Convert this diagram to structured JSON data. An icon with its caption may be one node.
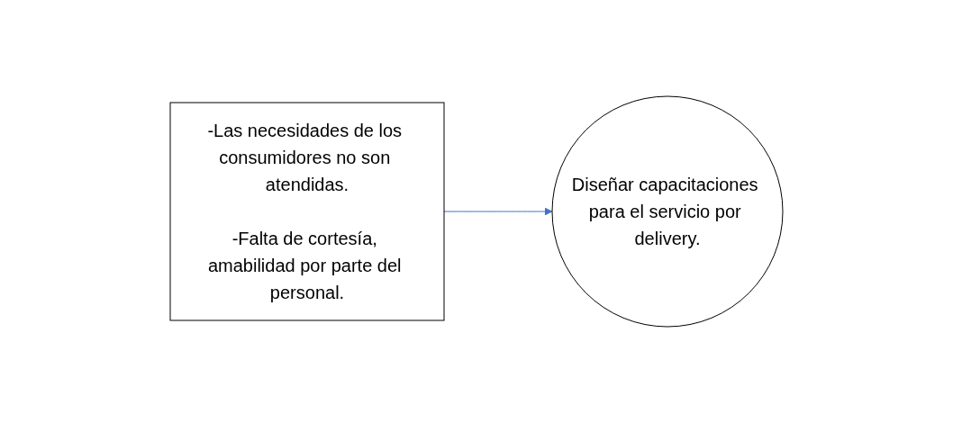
{
  "diagram": {
    "nodes": [
      {
        "text": [
          "-Las necesidades de los consumidores no son atendidas.",
          "-Falta de cortesía, amabilidad por parte del personal."
        ]
      },
      {
        "text": [
          "Diseñar capacitaciones para el servicio por delivery."
        ]
      }
    ],
    "edges": [
      {
        "from": 0,
        "to": 1,
        "arrow": "to",
        "color": "#4472c4"
      }
    ]
  }
}
